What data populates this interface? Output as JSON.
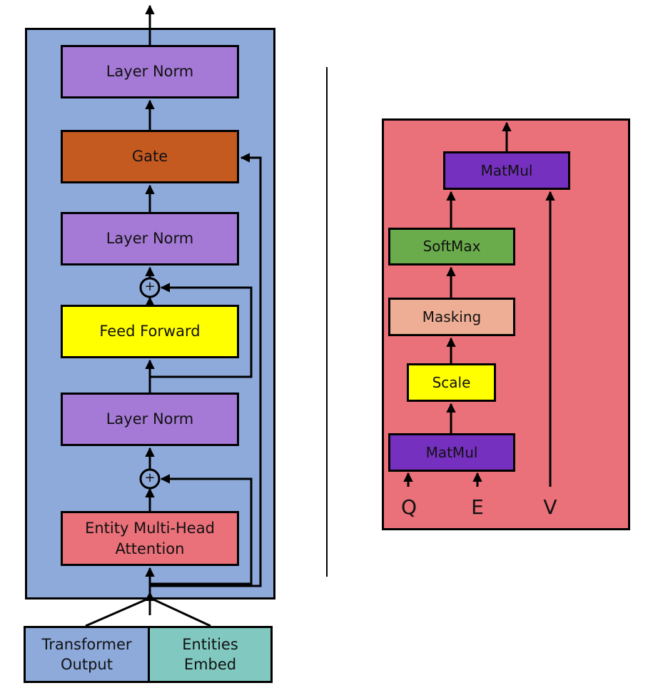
{
  "encoder": {
    "layer_norm_top": "Layer Norm",
    "gate": "Gate",
    "layer_norm_mid": "Layer Norm",
    "feed_forward": "Feed Forward",
    "layer_norm_bottom": "Layer Norm",
    "entity_attention": "Entity Multi-Head\nAttention",
    "add_symbol": "+",
    "inputs": {
      "transformer_output": "Transformer\nOutput",
      "entities_embed": "Entities\nEmbed"
    }
  },
  "attention": {
    "matmul_top": "MatMul",
    "softmax": "SoftMax",
    "masking": "Masking",
    "scale": "Scale",
    "matmul_bottom": "MatMul",
    "q": "Q",
    "e": "E",
    "v": "V"
  },
  "colors": {
    "encoder_bg": "#8eaadb",
    "attention_bg": "#ea7079",
    "layer_norm": "#a57ad6",
    "gate": "#c55a21",
    "feed_forward": "#ffff00",
    "entity_attention": "#ea7079",
    "transformer_output": "#8eaadb",
    "entities_embed": "#81c9c0",
    "matmul": "#7630bf",
    "softmax": "#6aab4b",
    "masking": "#eeae95",
    "scale": "#ffff00"
  }
}
